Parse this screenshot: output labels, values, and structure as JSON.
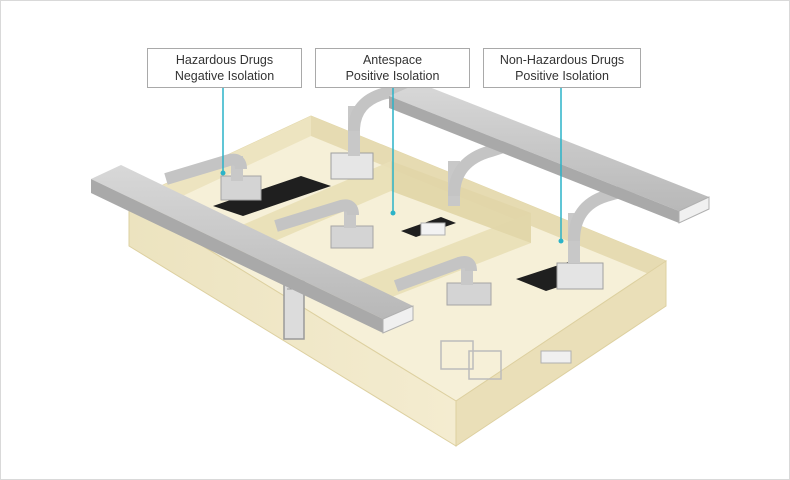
{
  "callouts": [
    {
      "line1": "Hazardous Drugs",
      "line2": "Negative Isolation"
    },
    {
      "line1": "Antespace",
      "line2": "Positive Isolation"
    },
    {
      "line1": "Non-Hazardous Drugs",
      "line2": "Positive Isolation"
    }
  ],
  "colors": {
    "leader": "#2bb3c8",
    "wall": "#efe6c3",
    "floor": "#f6f0d8",
    "duct": "#c4c4c4",
    "counter": "#1f1f1f",
    "callout_border": "#a9a9a9"
  }
}
